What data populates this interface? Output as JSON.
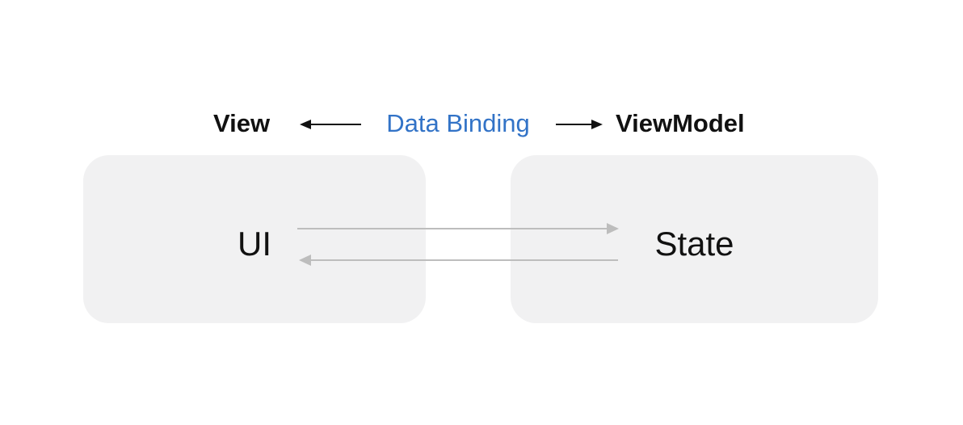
{
  "header": {
    "view_label": "View",
    "binding_label": "Data Binding",
    "viewmodel_label": "ViewModel"
  },
  "boxes": {
    "view": {
      "label": "UI"
    },
    "viewmodel": {
      "label": "State"
    }
  },
  "icons": {
    "header_left_arrow": "arrow-left",
    "header_right_arrow": "arrow-right",
    "flow_top_arrow": "arrow-right",
    "flow_bottom_arrow": "arrow-left"
  },
  "colors": {
    "background": "#FFFFFF",
    "text": "#111111",
    "accent_blue": "#3273C7",
    "box_fill": "#F1F1F2",
    "header_arrow": "#111111",
    "flow_arrow": "#BDBDBD"
  }
}
